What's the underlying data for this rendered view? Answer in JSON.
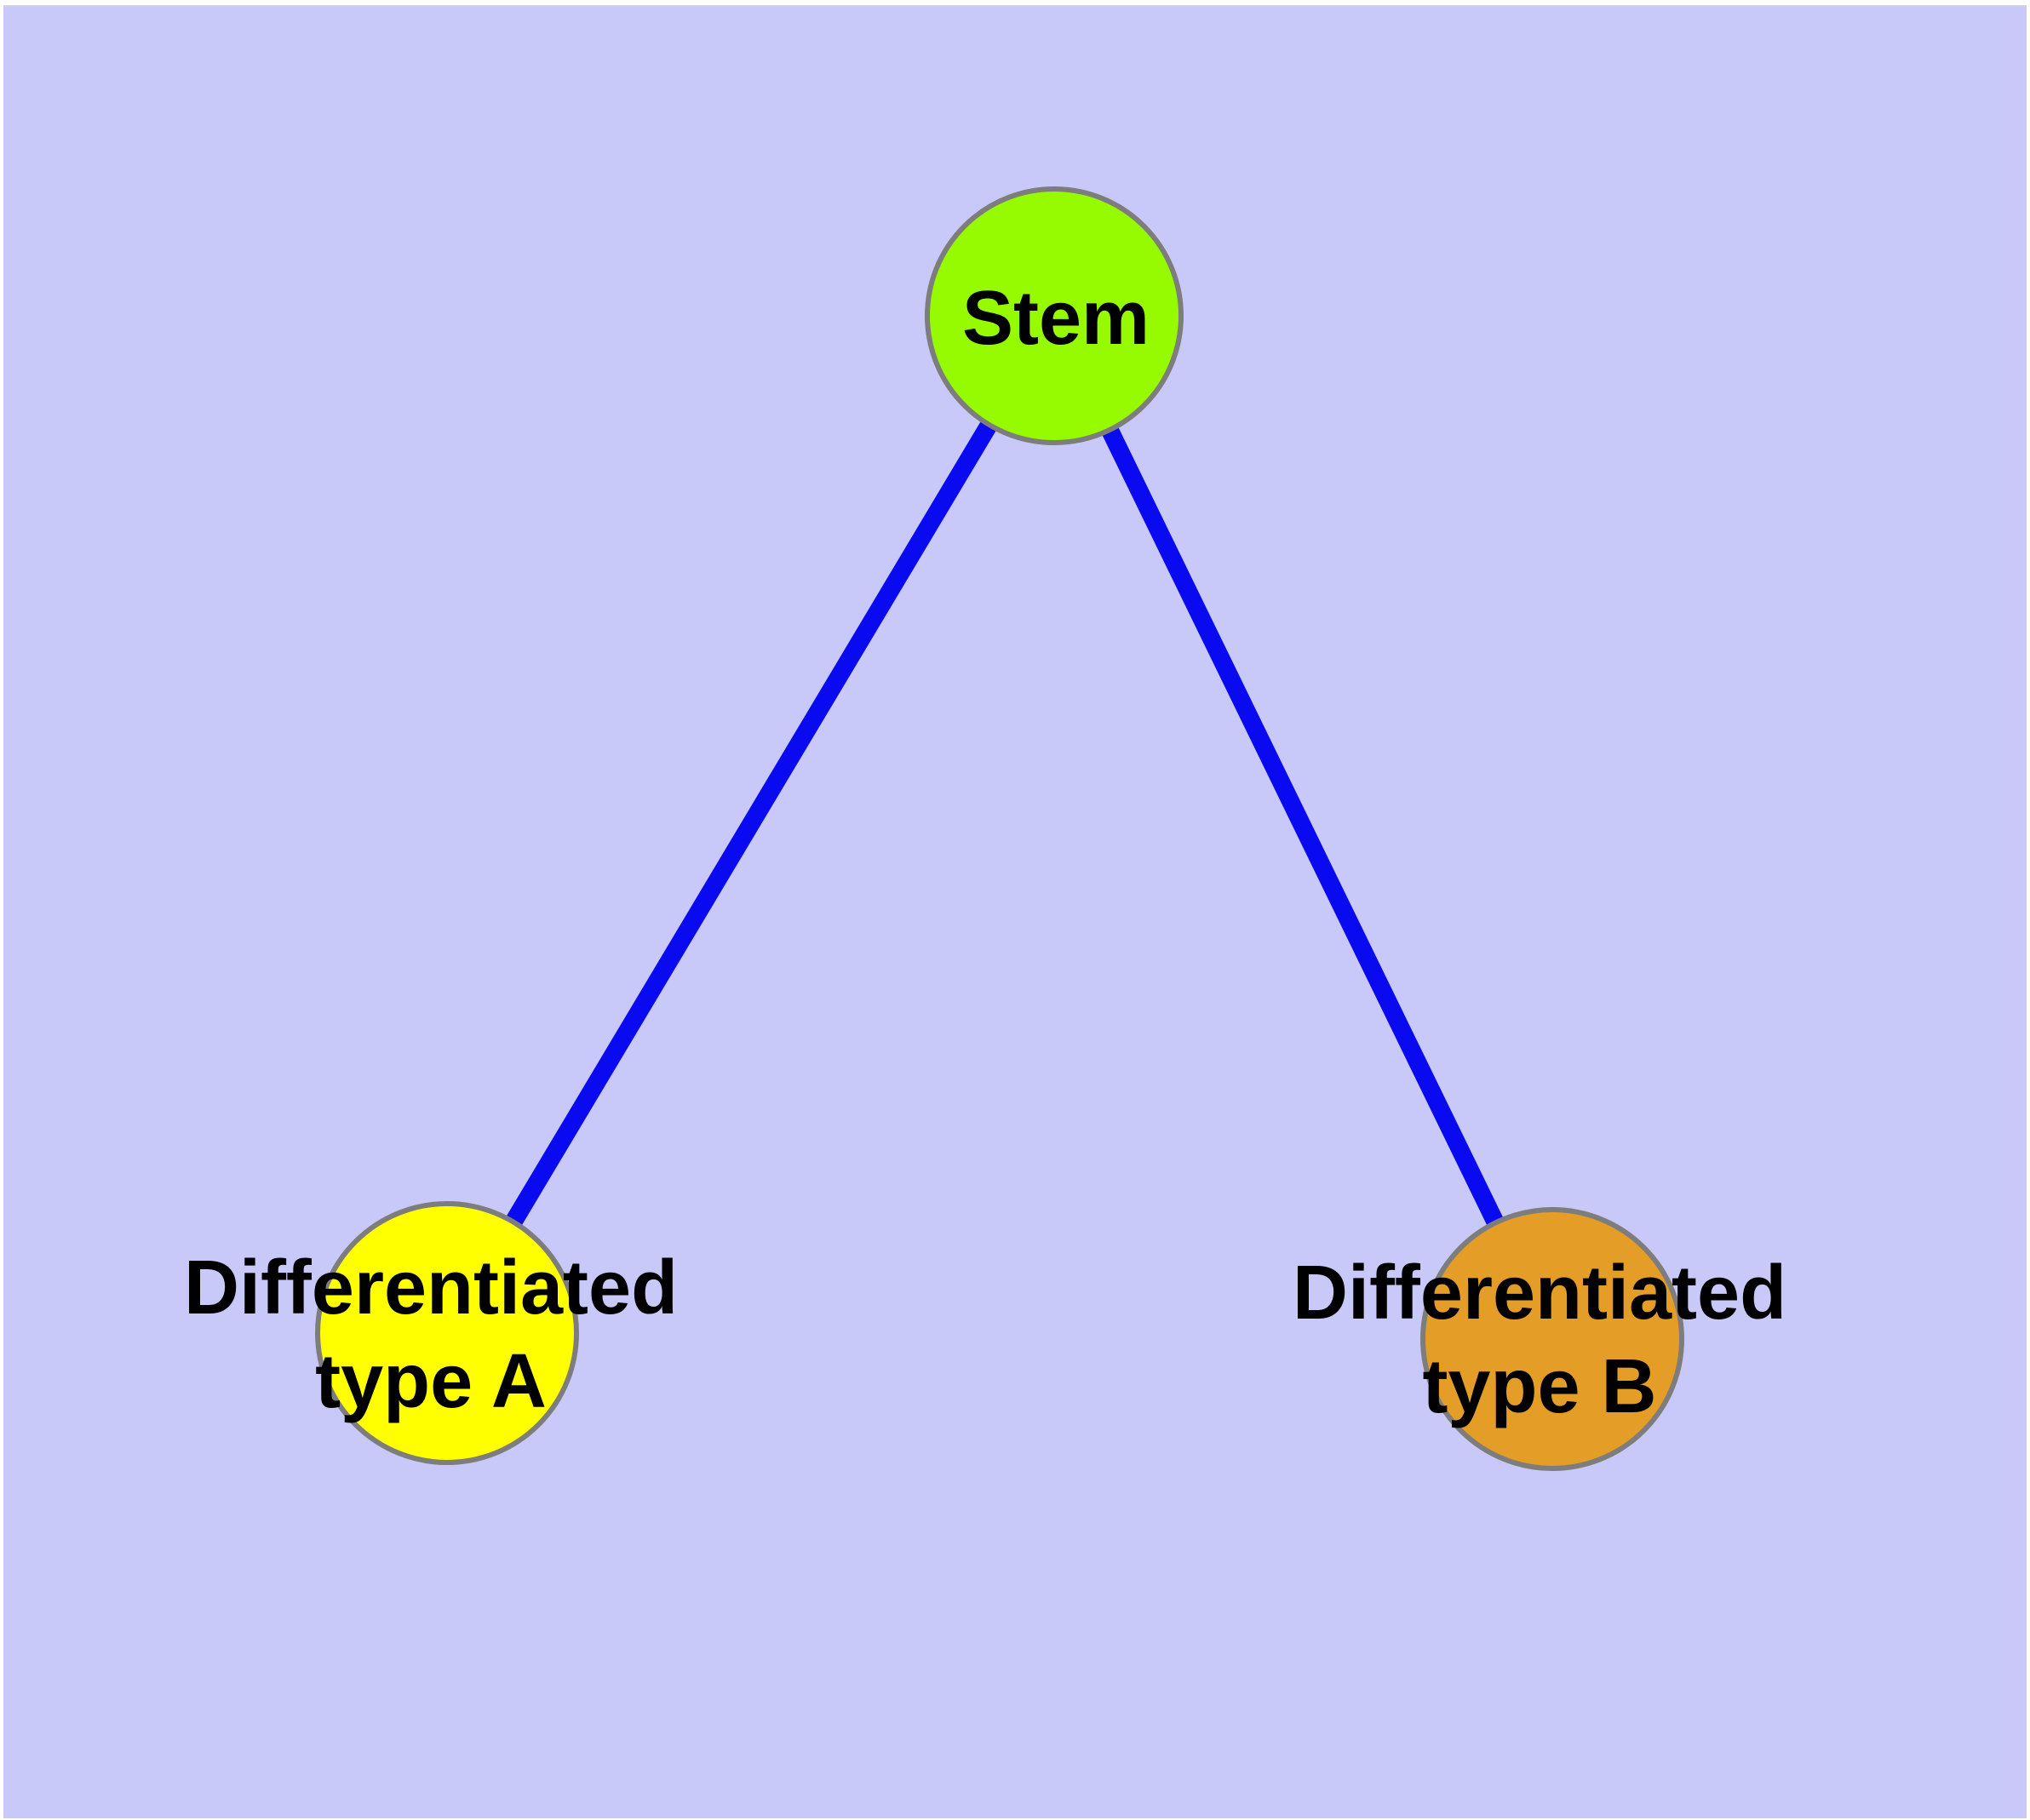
{
  "diagram": {
    "type": "graph",
    "background_color": "#C9C9F9",
    "edge_color": "#0A0AF0",
    "node_border_color": "#7D7D7D",
    "label_color": "#000000",
    "nodes": [
      {
        "id": "stem",
        "label": "Stem",
        "fill": "#96FA00"
      },
      {
        "id": "differentiated-type-a",
        "label": "Differentiated\ntype A",
        "fill": "#FFFF00"
      },
      {
        "id": "differentiated-type-b",
        "label": "Differentiated\ntype B",
        "fill": "#E49D26"
      }
    ],
    "edges": [
      {
        "from": "stem",
        "to": "differentiated-type-a"
      },
      {
        "from": "stem",
        "to": "differentiated-type-b"
      }
    ]
  }
}
